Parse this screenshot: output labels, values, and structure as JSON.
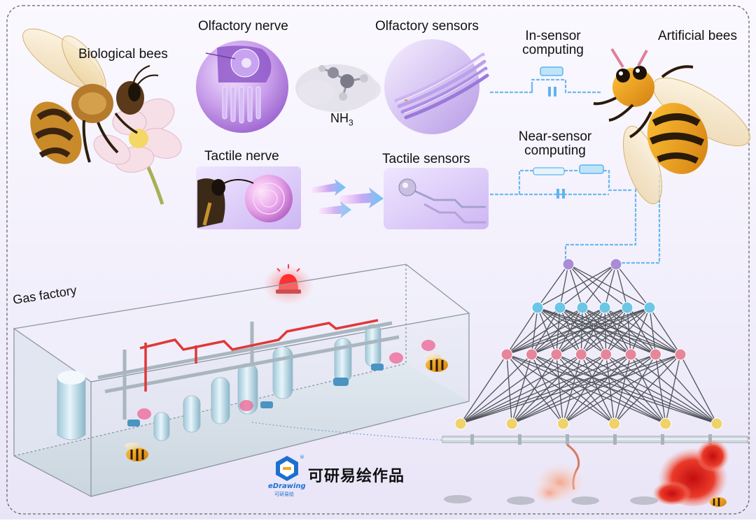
{
  "labels": {
    "biological_bees": "Biological bees",
    "olfactory_nerve": "Olfactory nerve",
    "olfactory_sensors": "Olfactory sensors",
    "in_sensor_line1": "In-sensor",
    "in_sensor_line2": "computing",
    "artificial_bees": "Artificial bees",
    "nh3_main": "NH",
    "nh3_sub": "3",
    "tactile_nerve": "Tactile nerve",
    "tactile_sensors": "Tactile sensors",
    "near_sensor_line1": "Near-sensor",
    "near_sensor_line2": "computing",
    "gas_factory": "Gas factory"
  },
  "brand": {
    "text": "可研易绘作品",
    "logo_en": "eDrawing",
    "logo_cn": "可研易绘",
    "registered": "®"
  },
  "network": {
    "layer_sizes": [
      2,
      6,
      8,
      6
    ]
  },
  "colors": {
    "node_top": "#a98bd8",
    "node_hidden1": "#6cc6e6",
    "node_hidden2": "#e7869a",
    "node_bottom": "#efd26a",
    "circuit": "#5fb4ef",
    "alarm": "#ff2a2a",
    "smoke": "#e8341f",
    "bee_body": "#e69b1c",
    "purple_panel": "#c8a8ee"
  }
}
